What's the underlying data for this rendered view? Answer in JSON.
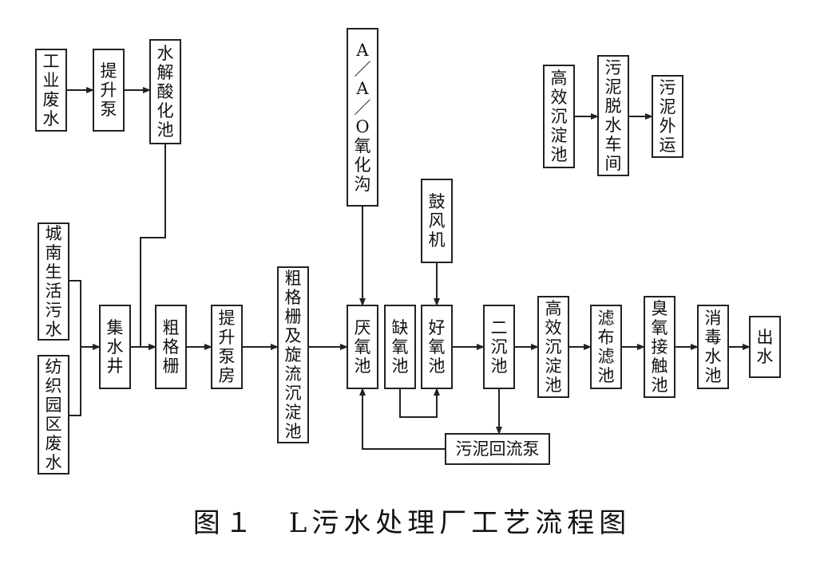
{
  "nodes": {
    "industrial_wastewater": "工业废水",
    "lift_pump_1": "提升泵",
    "hydrolysis_tank": "水解酸化池",
    "chengnan_sewage": "城南生活污水",
    "textile_wastewater": "纺织园区废水",
    "collection_well": "集水井",
    "coarse_screen": "粗格栅",
    "lift_pump_house": "提升泵房",
    "fine_screen_grit": "粗格栅及旋流沉淀池",
    "aao_ditch": "A／A／O氧化沟",
    "blower": "鼓风机",
    "anaerobic_tank": "厌氧池",
    "anoxic_tank": "缺氧池",
    "aerobic_tank": "好氧池",
    "secondary_clarifier": "二沉池",
    "high_eff_sed_1": "高效沉淀池",
    "cloth_filter": "滤布滤池",
    "ozone_contact": "臭氧接触池",
    "disinfection_tank": "消毒水池",
    "effluent": "出水",
    "sludge_return_pump": "污泥回流泵",
    "high_eff_sed_2": "高效沉淀池",
    "sludge_dewatering": "污泥脱水车间",
    "sludge_transport": "污泥外运"
  },
  "caption": "图１　L污水处理厂工艺流程图"
}
